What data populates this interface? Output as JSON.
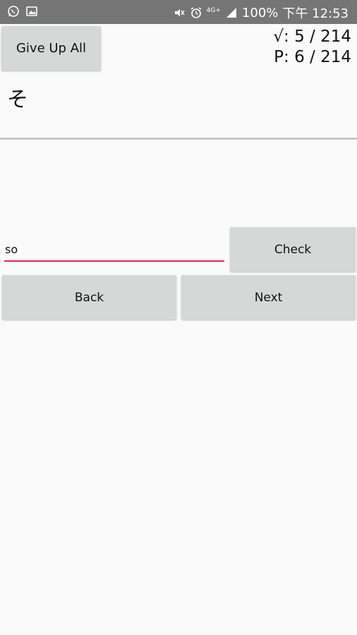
{
  "status_bar": {
    "battery": "100%",
    "time": "下午 12:53",
    "network": "4G+",
    "icons": [
      "whatsapp-icon",
      "gallery-icon",
      "mute-icon",
      "alarm-icon",
      "signal-icon"
    ]
  },
  "toolbar": {
    "give_up_label": "Give Up All"
  },
  "score": {
    "correct": "√: 5 / 214",
    "progress": "P: 6 / 214"
  },
  "question": {
    "kana": "そ"
  },
  "answer": {
    "value": "so"
  },
  "buttons": {
    "check_label": "Check",
    "back_label": "Back",
    "next_label": "Next"
  },
  "colors": {
    "status_bar": "#757575",
    "accent": "#e91e63",
    "button": "#d6d7d7",
    "background": "#fafafa"
  }
}
